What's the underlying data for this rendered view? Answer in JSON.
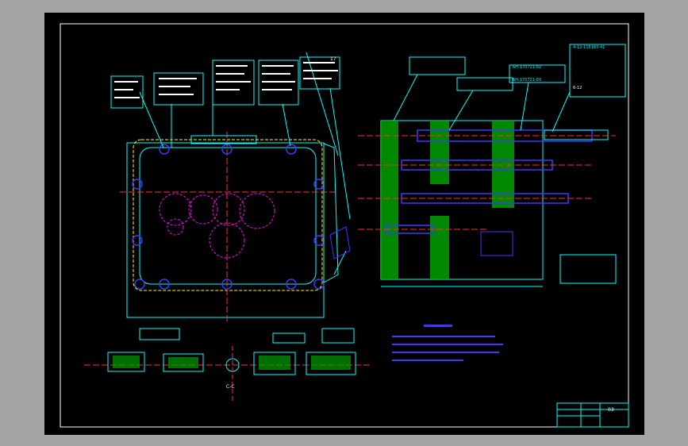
{
  "drawing": {
    "background": "#000000",
    "frame_color": "#ffffff",
    "outline_color": "#00ffff",
    "centerline_color": "#ff3030",
    "dimension_color": "#3a3aff",
    "hole_color": "#ff00ff",
    "fill_color": "#00a000",
    "label_color": "#ffffff",
    "highlight_color": "#ffff00"
  },
  "labels": {
    "section_cc": "C-C",
    "part_number_1": "4-12-115183-41",
    "part_number_2": "6H-170721-02",
    "part_number_3": "6H-170721-03",
    "part_number_4": "6-12",
    "balloon_17": "17",
    "title_block_sheet": "03"
  }
}
